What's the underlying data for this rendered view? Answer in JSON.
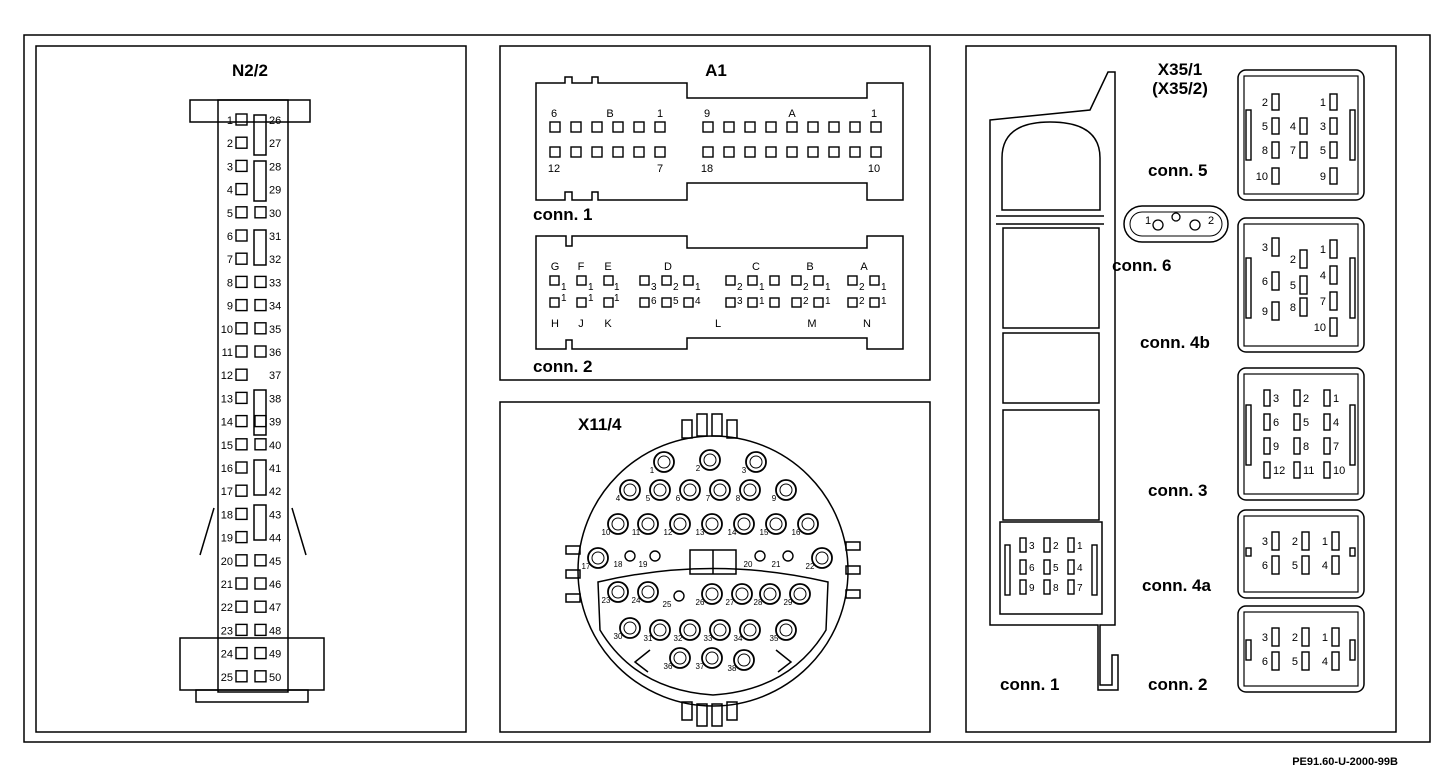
{
  "footer": {
    "ref": "PE91.60-U-2000-99B"
  },
  "n2_2": {
    "title": "N2/2",
    "left_pins": [
      "1",
      "2",
      "3",
      "4",
      "5",
      "6",
      "7",
      "8",
      "9",
      "10",
      "11",
      "12",
      "13",
      "14",
      "15",
      "16",
      "17",
      "18",
      "19",
      "20",
      "21",
      "22",
      "23",
      "24",
      "25"
    ],
    "right_pins": [
      "26",
      "27",
      "28",
      "29",
      "30",
      "31",
      "32",
      "33",
      "34",
      "35",
      "36",
      "37",
      "38",
      "39",
      "40",
      "41",
      "42",
      "43",
      "44",
      "45",
      "46",
      "47",
      "48",
      "49",
      "50"
    ]
  },
  "a1": {
    "title": "A1",
    "conn1": {
      "label": "conn. 1",
      "left_top": [
        "6",
        "B",
        "1"
      ],
      "left_bottom": [
        "12",
        "7"
      ],
      "right_top": [
        "9",
        "A",
        "1"
      ],
      "right_bottom": [
        "18",
        "10"
      ]
    },
    "conn2": {
      "label": "conn. 2",
      "top_letters": [
        "G",
        "F",
        "E",
        "D",
        "C",
        "B",
        "A"
      ],
      "bottom_letters": [
        "H",
        "J",
        "K",
        "L",
        "M",
        "N"
      ],
      "pin_numbers": [
        "1",
        "2",
        "3",
        "4",
        "5",
        "6"
      ]
    }
  },
  "x11_4": {
    "title": "X11/4",
    "pins": [
      "1",
      "2",
      "3",
      "4",
      "5",
      "6",
      "7",
      "8",
      "9",
      "10",
      "11",
      "12",
      "13",
      "14",
      "15",
      "16",
      "17",
      "18",
      "19",
      "20",
      "21",
      "22",
      "23",
      "24",
      "25",
      "26",
      "27",
      "28",
      "29",
      "30",
      "31",
      "32",
      "33",
      "34",
      "35",
      "36",
      "37",
      "38"
    ]
  },
  "x35_1": {
    "title": "X35/1",
    "subtitle": "(X35/2)",
    "conn6": {
      "label": "conn. 6",
      "pins": [
        "1",
        "2"
      ]
    },
    "conn5": {
      "label": "conn. 5",
      "pins": [
        "2",
        "1",
        "5",
        "4",
        "3",
        "8",
        "7",
        "5",
        "10",
        "9"
      ]
    },
    "conn4b": {
      "label": "conn. 4b",
      "pins": [
        "3",
        "2",
        "1",
        "6",
        "5",
        "4",
        "9",
        "8",
        "7",
        "10"
      ]
    },
    "conn3": {
      "label": "conn. 3",
      "pins": [
        "3",
        "2",
        "1",
        "6",
        "5",
        "4",
        "9",
        "8",
        "7",
        "12",
        "11",
        "10"
      ]
    },
    "conn4a": {
      "label": "conn. 4a",
      "pins": [
        "3",
        "2",
        "1",
        "6",
        "5",
        "4"
      ]
    },
    "conn2": {
      "label": "conn. 2",
      "pins": [
        "3",
        "2",
        "1",
        "6",
        "5",
        "4"
      ]
    },
    "conn1": {
      "label": "conn. 1",
      "pins": [
        "3",
        "2",
        "1",
        "6",
        "5",
        "4",
        "9",
        "8",
        "7"
      ]
    }
  }
}
